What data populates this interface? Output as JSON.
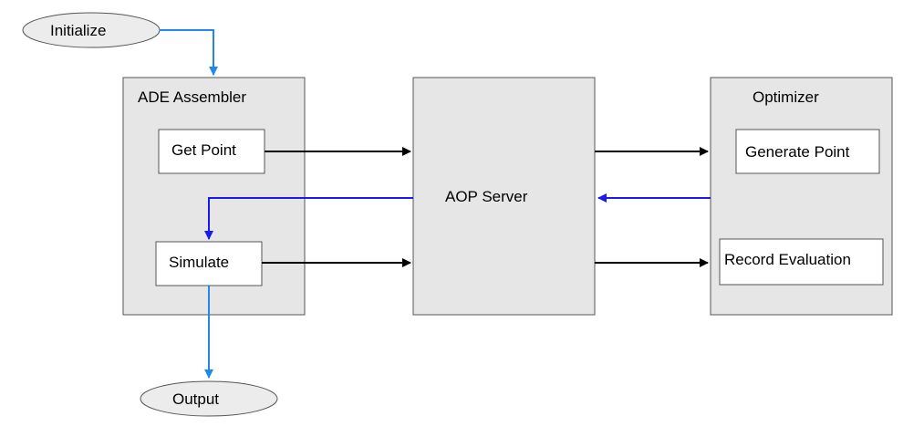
{
  "nodes": {
    "initialize": "Initialize",
    "output": "Output",
    "ade_assembler": "ADE Assembler",
    "get_point": "Get Point",
    "simulate": "Simulate",
    "aop_server": "AOP Server",
    "optimizer": "Optimizer",
    "generate_point": "Generate Point",
    "record_evaluation": "Record Evaluation"
  },
  "colors": {
    "container_fill": "#e6e6e6",
    "box_fill": "#ffffff",
    "ellipse_fill": "#ececec",
    "flow_light_blue": "#2288ee",
    "flow_blue": "#1a1aee",
    "flow_black": "#000000"
  }
}
